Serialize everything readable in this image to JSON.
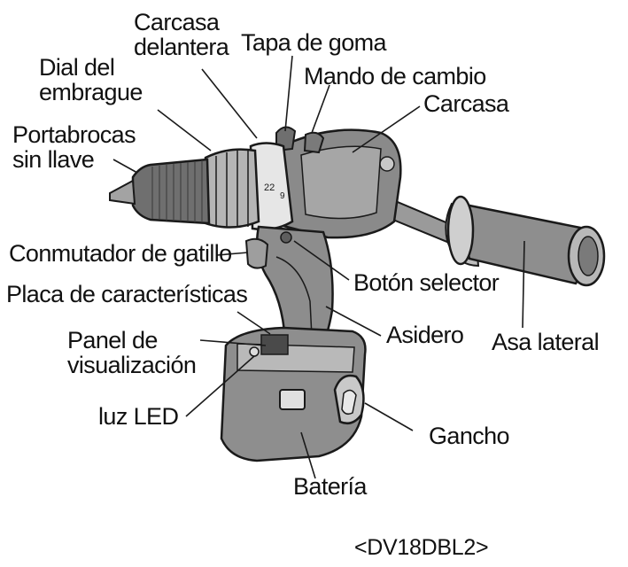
{
  "labels": {
    "carcasa_delantera": [
      "Carcasa",
      "delantera"
    ],
    "tapa_de_goma": "Tapa de goma",
    "dial_del_embrague": [
      "Dial del",
      "embrague"
    ],
    "mando_de_cambio": "Mando de cambio",
    "carcasa": "Carcasa",
    "portabrocas_sin_llave": [
      "Portabrocas",
      "sin llave"
    ],
    "conmutador_de_gatillo": "Conmutador de gatillo",
    "boton_selector": "Botón selector",
    "placa_de_caracteristicas": "Placa de características",
    "panel_de_visualizacion": [
      "Panel de",
      "visualización"
    ],
    "asidero": "Asidero",
    "asa_lateral": "Asa lateral",
    "luz_led": "luz LED",
    "gancho": "Gancho",
    "bateria": "Batería"
  },
  "model": "<DV18DBL2>",
  "colors": {
    "line": "#1a1a1a",
    "body_gray": "#8c8c8c",
    "light_gray": "#d9d9d9",
    "mid_gray": "#b3b3b3",
    "dark_gray": "#555555"
  }
}
